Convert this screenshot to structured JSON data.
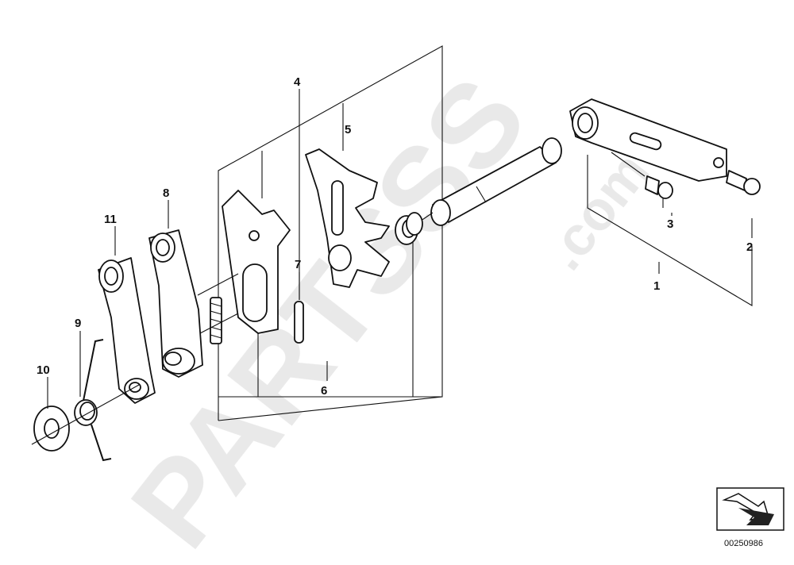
{
  "watermark": {
    "text": "PARTSSS",
    "suffix": ".com"
  },
  "callouts": [
    {
      "id": "1",
      "label": "1"
    },
    {
      "id": "2",
      "label": "2"
    },
    {
      "id": "3",
      "label": "3"
    },
    {
      "id": "4",
      "label": "4"
    },
    {
      "id": "5",
      "label": "5"
    },
    {
      "id": "6",
      "label": "6"
    },
    {
      "id": "7",
      "label": "7"
    },
    {
      "id": "8",
      "label": "8"
    },
    {
      "id": "9",
      "label": "9"
    },
    {
      "id": "10",
      "label": "10"
    },
    {
      "id": "11",
      "label": "11"
    }
  ],
  "diagram_code": "00250986",
  "icon": "direction-arrow-icon"
}
